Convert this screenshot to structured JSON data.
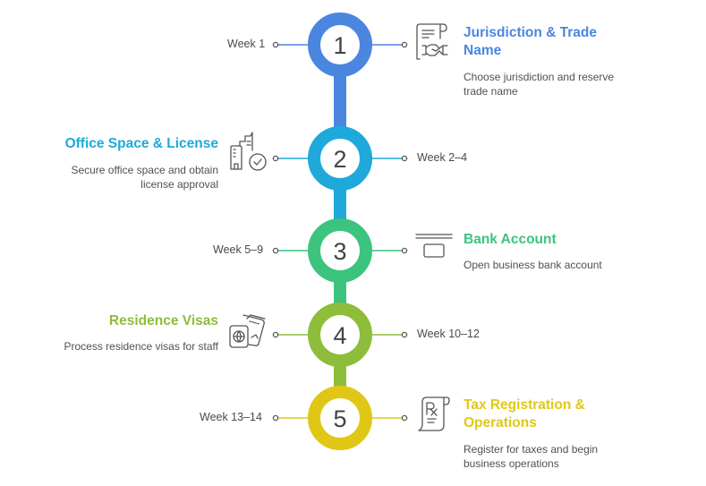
{
  "title": "Business Setup Timeline",
  "steps": [
    {
      "number": "1",
      "week": "Week 1",
      "title_line1": "Jurisdiction & Trade",
      "title_line2": "Name",
      "desc_line1": "Choose jurisdiction and reserve",
      "desc_line2": "trade name",
      "icon": "contract-handshake-icon",
      "color": "#4a86e0",
      "side": "right"
    },
    {
      "number": "2",
      "week": "Week 2–4",
      "title_line1": "Office Space & License",
      "title_line2": "",
      "desc_line1": "Secure office space and obtain",
      "desc_line2": "license approval",
      "icon": "office-building-check-icon",
      "color": "#1ea9da",
      "side": "left"
    },
    {
      "number": "3",
      "week": "Week 5–9",
      "title_line1": "Bank Account",
      "title_line2": "",
      "desc_line1": "Open business bank account",
      "desc_line2": "",
      "icon": "bank-card-icon",
      "color": "#3cc47f",
      "side": "right"
    },
    {
      "number": "4",
      "week": "Week 10–12",
      "title_line1": "Residence Visas",
      "title_line2": "",
      "desc_line1": "Process residence visas for staff",
      "desc_line2": "",
      "icon": "passport-ticket-icon",
      "color": "#8dbd3a",
      "side": "left"
    },
    {
      "number": "5",
      "week": "Week 13–14",
      "title_line1": "Tax Registration &",
      "title_line2": "Operations",
      "desc_line1": "Register for taxes and begin",
      "desc_line2": "business operations",
      "icon": "prescription-scroll-icon",
      "color": "#e0c716",
      "side": "right"
    }
  ],
  "colors": {
    "connector_1_2": "#4a86e0",
    "connector_2_3": "#1ea9da",
    "connector_3_4": "#3cc47f",
    "connector_4_5": "#8dbd3a",
    "text": "#4a4a4a",
    "icon_stroke": "#555555"
  }
}
